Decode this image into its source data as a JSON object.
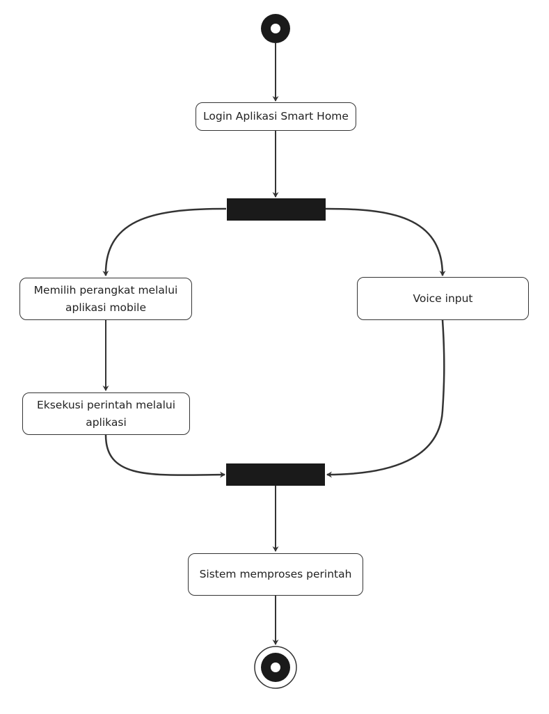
{
  "diagram": {
    "type": "uml-activity",
    "nodes": {
      "start": {
        "kind": "initial"
      },
      "login": {
        "kind": "action",
        "label": "Login Aplikasi Smart Home"
      },
      "fork": {
        "kind": "fork"
      },
      "select_device": {
        "kind": "action",
        "label": "Memilih perangkat melalui aplikasi mobile"
      },
      "voice_input": {
        "kind": "action",
        "label": "Voice input"
      },
      "execute": {
        "kind": "action",
        "label": "Eksekusi perintah melalui aplikasi"
      },
      "join": {
        "kind": "join"
      },
      "process": {
        "kind": "action",
        "label": "Sistem memproses perintah"
      },
      "end": {
        "kind": "final"
      }
    },
    "edges": [
      {
        "from": "start",
        "to": "login"
      },
      {
        "from": "login",
        "to": "fork"
      },
      {
        "from": "fork",
        "to": "select_device"
      },
      {
        "from": "fork",
        "to": "voice_input"
      },
      {
        "from": "select_device",
        "to": "execute"
      },
      {
        "from": "execute",
        "to": "join"
      },
      {
        "from": "voice_input",
        "to": "join"
      },
      {
        "from": "join",
        "to": "process"
      },
      {
        "from": "process",
        "to": "end"
      }
    ],
    "colors": {
      "stroke": "#333333",
      "fill_dark": "#1a1a1a",
      "node_fill": "#ffffff",
      "text": "#222222"
    }
  }
}
